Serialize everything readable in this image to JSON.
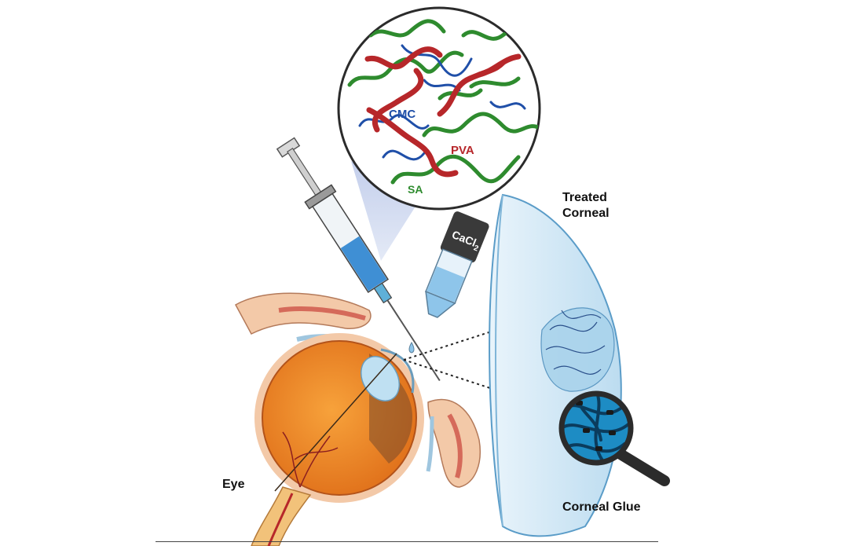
{
  "labels": {
    "cmc": "CMC",
    "pva": "PVA",
    "sa": "SA",
    "cacl2_base": "CaCl",
    "cacl2_sub": "2",
    "treated_line1": "Treated",
    "treated_line2": "Corneal",
    "eye": "Eye",
    "corneal_glue": "Corneal Glue"
  },
  "colors": {
    "cmc": "#1f4fa8",
    "pva": "#b7272a",
    "sa": "#2e8b2e",
    "eyeball": "#f08a24",
    "lens": "#cfe6f5",
    "syringe_liquid": "#3f8fd4",
    "vial_cap": "#3a3a3a"
  },
  "icons": [
    "syringe-icon",
    "vial-icon",
    "magnifier-icon",
    "eye-cross-section-icon",
    "contact-lens-icon"
  ]
}
